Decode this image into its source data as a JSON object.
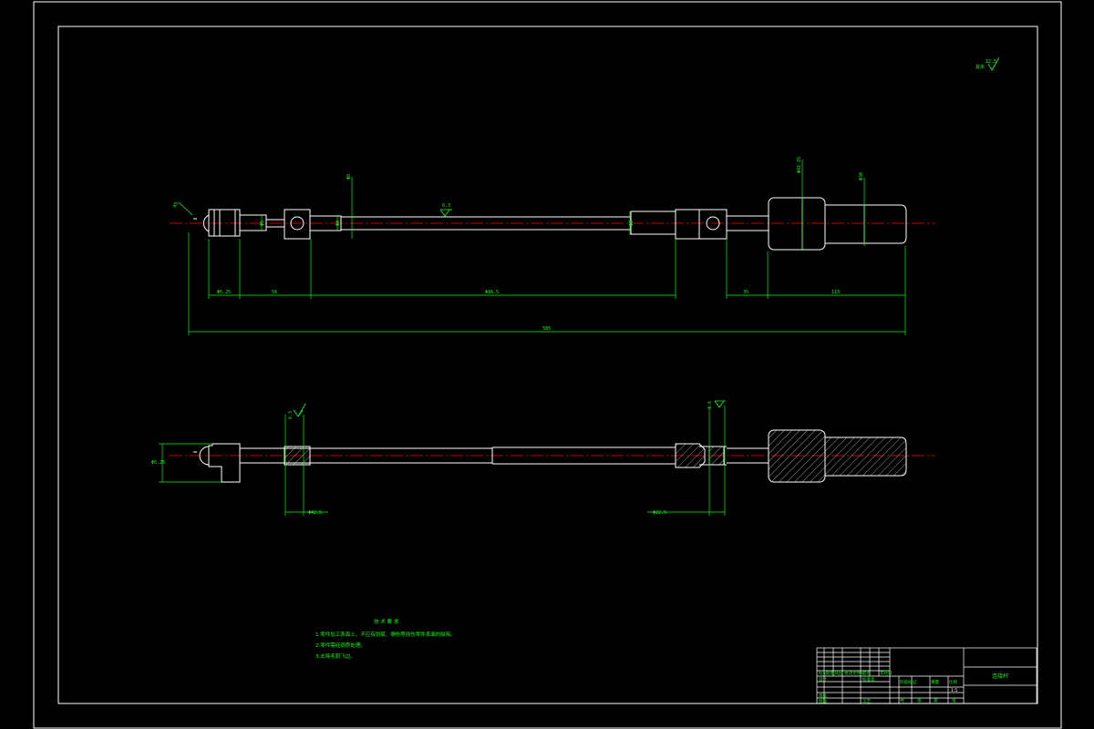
{
  "colors": {
    "background": "#000000",
    "outline": "#ffffff",
    "dimension": "#00ff00",
    "centerline": "#ff0000"
  },
  "top_view": {
    "dims": {
      "radius_tip": "R5",
      "phi1": "Φ5",
      "phi2": "Φ8",
      "phi_small": "Φ4",
      "phi_mid": "Φ6",
      "phi_grip": "Φ42.25",
      "phi_knob": "Φ30",
      "d_a": "Φ5.25",
      "d_b": "58",
      "d_c": "Φ16.5",
      "d_d": "35",
      "d_e": "113",
      "total": "585",
      "roughness_mid": "6.3"
    }
  },
  "bottom_view": {
    "dims": {
      "left_height": "Φ5.25",
      "section_left": "Φ42.5",
      "section_right": "Φ22.5",
      "roughness_left": "6.3",
      "roughness_right": "1.6"
    }
  },
  "corner_roughness": {
    "value": "12.5",
    "label": "其余"
  },
  "notes": {
    "title": "技 术 要 求",
    "lines": [
      "1.零件加工表面上，不应有划痕、擦伤等损伤零件表面的缺陷。",
      "2.零件需经调质处理。",
      "3.去除毛刺飞边。"
    ]
  },
  "title_block": {
    "part_name": "连接杆",
    "scale": "1:5",
    "labels": [
      "标记",
      "处数",
      "分区",
      "更改文件号",
      "签名",
      "年月日",
      "设计",
      "标准化",
      "阶段标记",
      "重量",
      "比例",
      "审核",
      "工艺",
      "批准",
      "共",
      "张",
      "第",
      "张"
    ]
  }
}
